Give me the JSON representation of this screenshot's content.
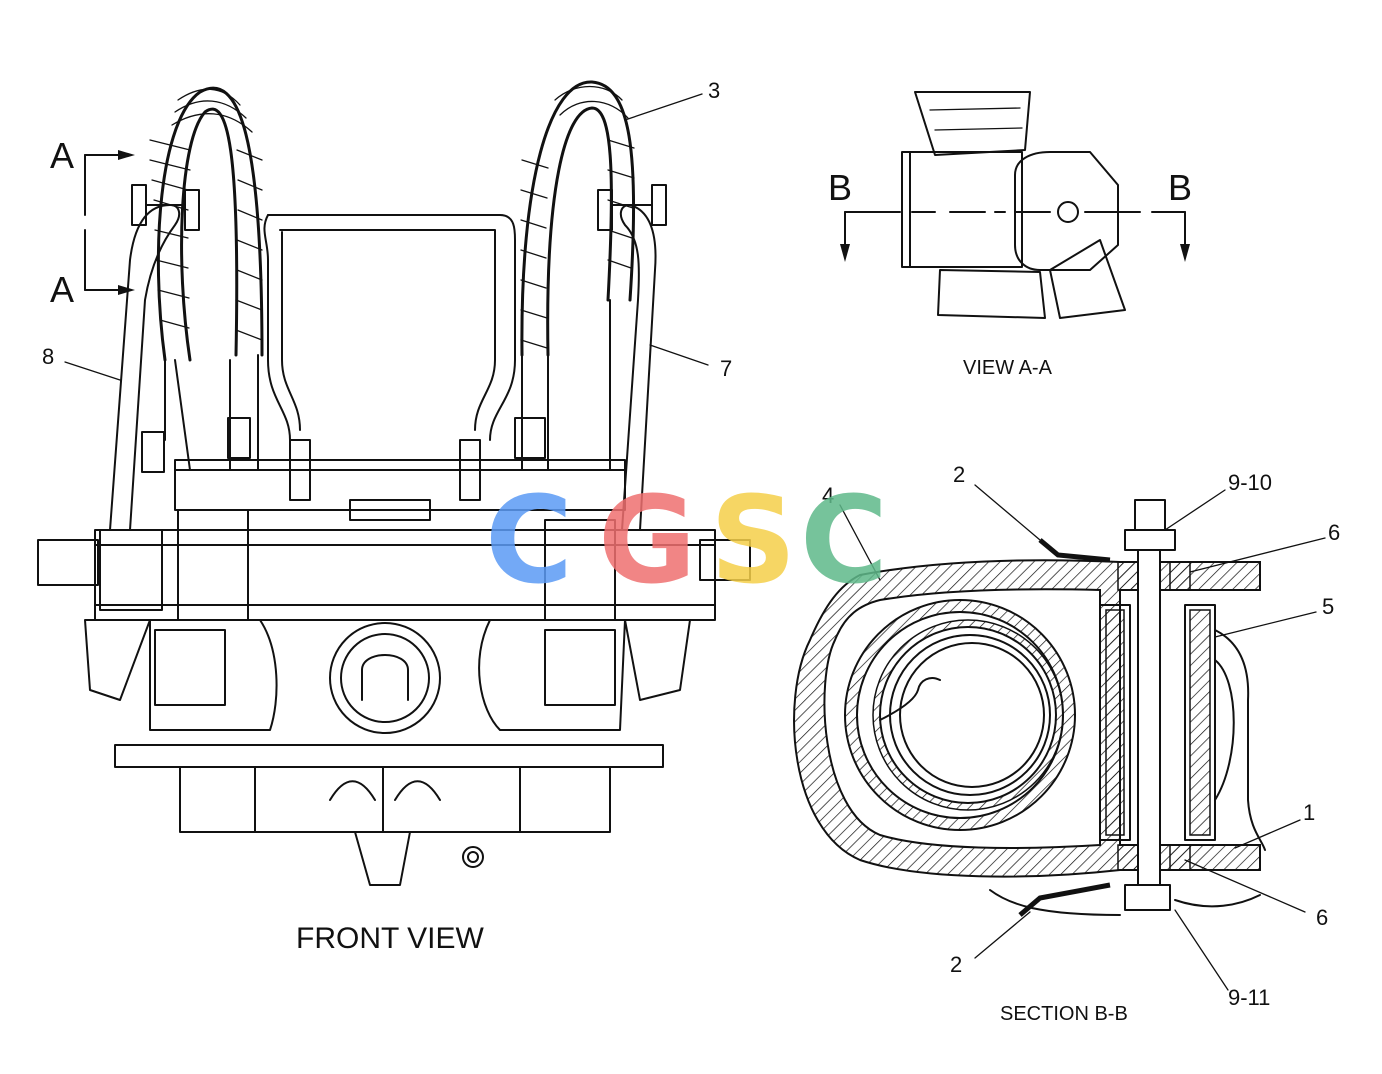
{
  "views": {
    "front_view_caption": "FRONT VIEW",
    "view_aa_caption": "VIEW A-A",
    "section_bb_caption": "SECTION B-B"
  },
  "section_markers": {
    "a_upper": "A",
    "a_lower": "A",
    "b_left": "B",
    "b_right": "B"
  },
  "callouts": {
    "c1": "1",
    "c2_top": "2",
    "c2_bottom": "2",
    "c3": "3",
    "c4": "4",
    "c5": "5",
    "c6_top": "6",
    "c6_bottom": "6",
    "c7": "7",
    "c8": "8",
    "c9_10": "9-10",
    "c9_11": "9-11"
  },
  "watermark": {
    "letters": [
      "C",
      "G",
      "S",
      "C"
    ],
    "colors": [
      "#5b9bf5",
      "#ef7070",
      "#f5d04a",
      "#5fb98a"
    ]
  }
}
